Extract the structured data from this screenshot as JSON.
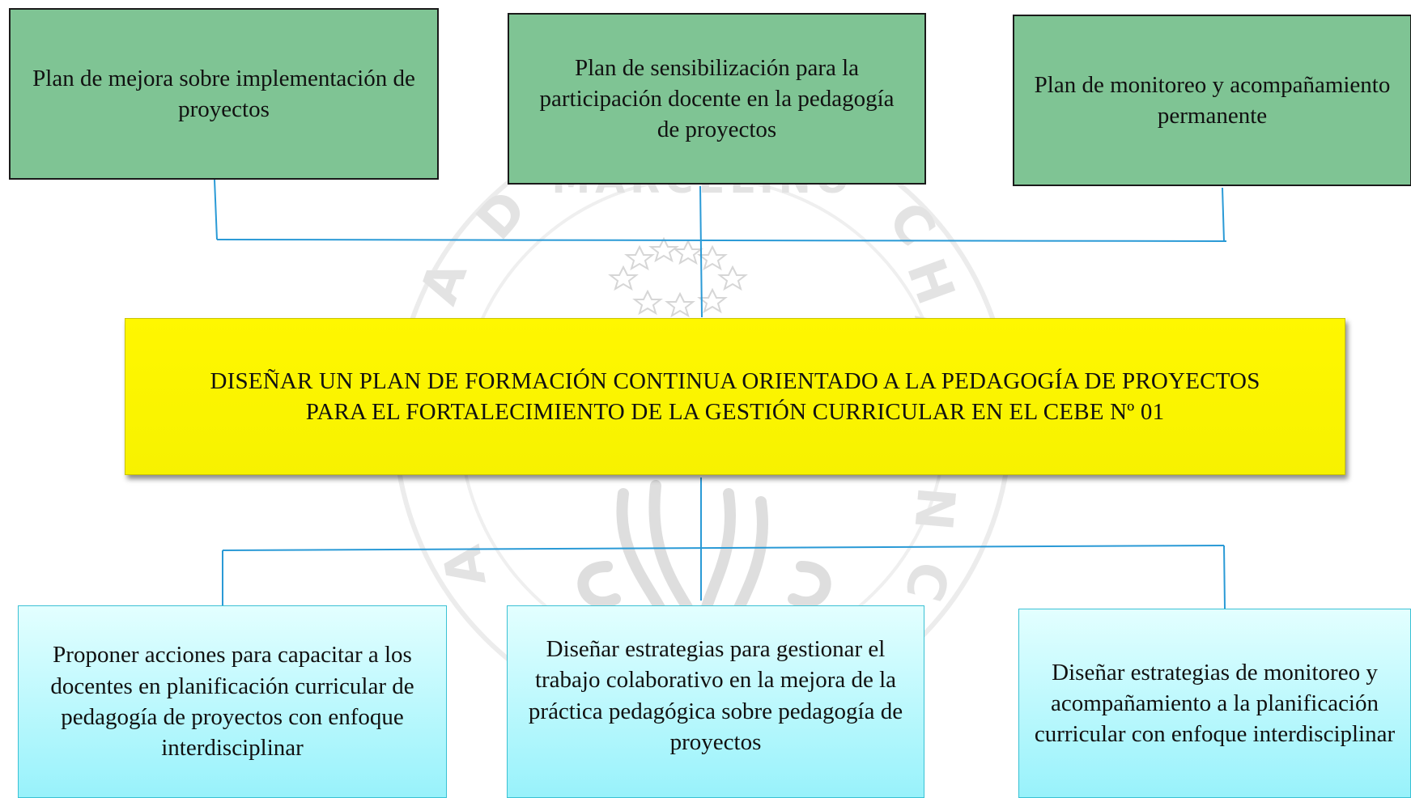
{
  "top_boxes": [
    {
      "text": "Plan de mejora sobre implementación de proyectos"
    },
    {
      "text": "Plan de sensibilización para la participación docente en la pedagogía de proyectos"
    },
    {
      "text": "Plan de monitoreo y acompañamiento permanente"
    }
  ],
  "center_box": {
    "line1": "DISEÑAR UN PLAN DE FORMACIÓN CONTINUA ORIENTADO A LA PEDAGOGÍA DE PROYECTOS",
    "line2": "PARA EL FORTALECIMIENTO DE LA GESTIÓN CURRICULAR EN EL CEBE Nº 01"
  },
  "bottom_boxes": [
    {
      "text": "Proponer acciones para capacitar a los docentes en planificación curricular de pedagogía de proyectos con enfoque interdisciplinar"
    },
    {
      "text": "Diseñar estrategias para gestionar el trabajo colaborativo en la mejora de la práctica pedagógica sobre pedagogía de proyectos"
    },
    {
      "text": "Diseñar estrategias de monitoreo y acompañamiento a la planificación curricular con enfoque interdisciplinar"
    }
  ],
  "colors": {
    "top_fill": "#7fc494",
    "center_fill": "#fff700",
    "bottom_fill": "#98f2fb",
    "connector": "#2a9ad6",
    "watermark": "#d9d9d9"
  },
  "watermark": {
    "arc_letters": [
      "D",
      "A",
      "D",
      "C",
      "H",
      "A",
      "N",
      "C",
      "A"
    ],
    "partial_word": "MARCELINO"
  }
}
